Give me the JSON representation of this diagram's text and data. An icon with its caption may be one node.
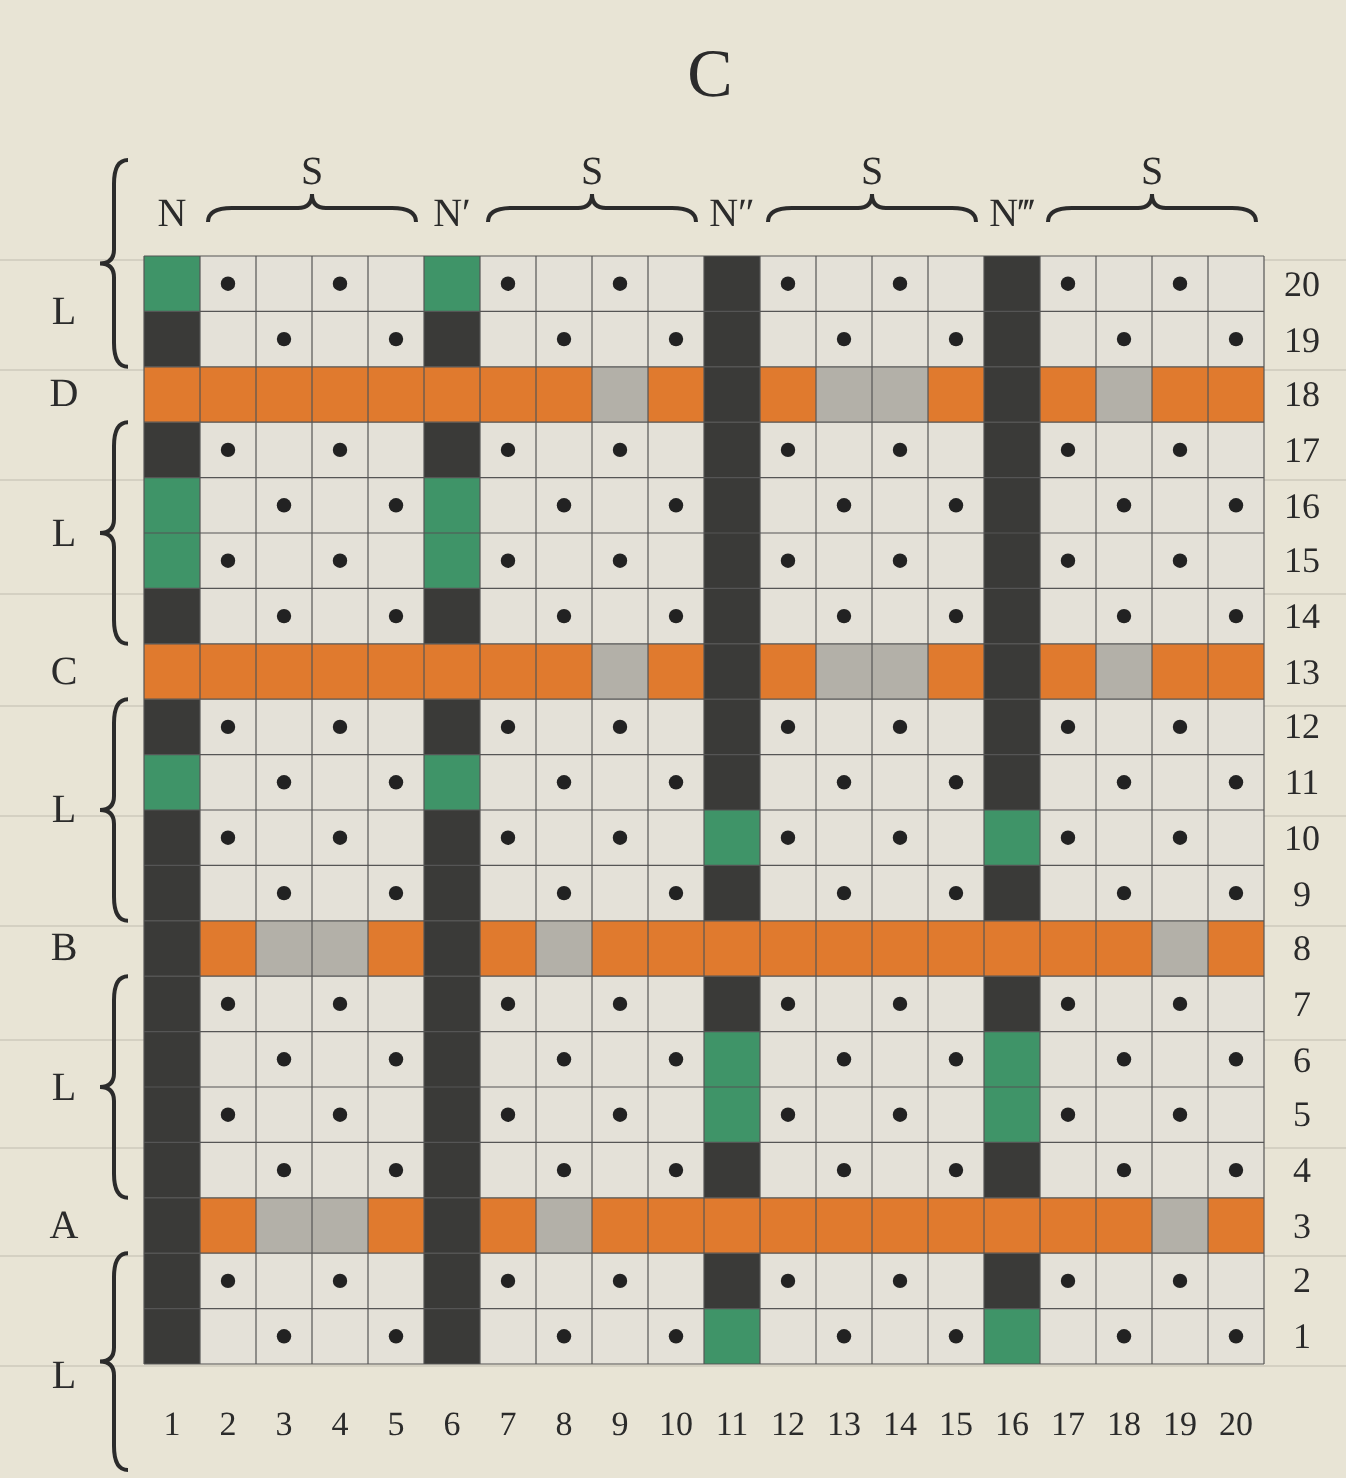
{
  "diagram": {
    "title": "C",
    "labels": [
      "N",
      "S",
      "N′",
      "S",
      "N″",
      "S",
      "N‴",
      "S",
      "L",
      "D",
      "L",
      "C",
      "L",
      "B",
      "L",
      "A",
      "L",
      "20",
      "19",
      "18",
      "17",
      "16",
      "15",
      "14",
      "13",
      "12",
      "11",
      "10",
      "9",
      "8",
      "7",
      "6",
      "5",
      "4",
      "3",
      "2",
      "1",
      "1",
      "2",
      "3",
      "4",
      "5",
      "6",
      "7",
      "8",
      "9",
      "10",
      "11",
      "12",
      "13",
      "14",
      "15",
      "16",
      "17",
      "18",
      "19",
      "20"
    ]
  }
}
